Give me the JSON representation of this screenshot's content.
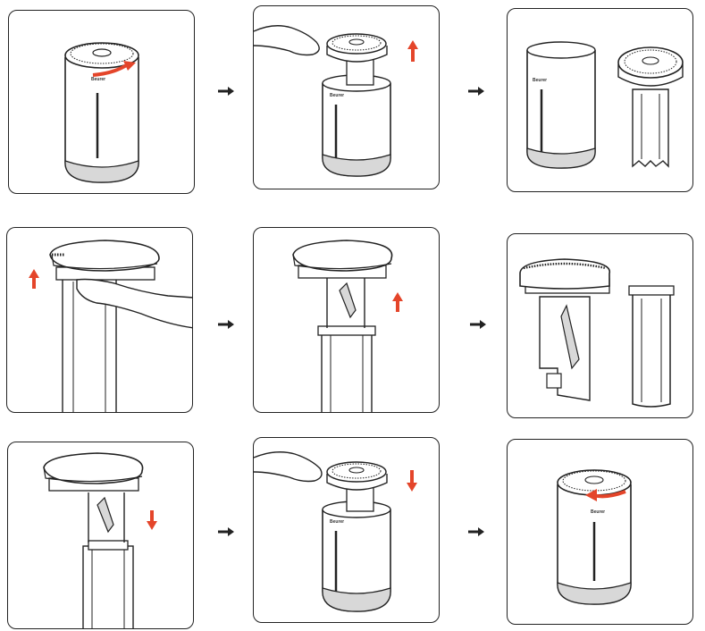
{
  "brand_label": "Beurer",
  "colors": {
    "accent": "#e4452a",
    "stroke": "#222222",
    "shade": "#d8d8d8"
  },
  "steps": [
    {
      "id": 1,
      "action": "rotate-lid-clockwise"
    },
    {
      "id": 2,
      "action": "lift-lid-out"
    },
    {
      "id": 3,
      "action": "separated"
    },
    {
      "id": 4,
      "action": "lift-lid-from-filter"
    },
    {
      "id": 5,
      "action": "pull-filter-up"
    },
    {
      "id": 6,
      "action": "filter-removed"
    },
    {
      "id": 7,
      "action": "insert-filter-down"
    },
    {
      "id": 8,
      "action": "lower-into-housing"
    },
    {
      "id": 9,
      "action": "rotate-lid-counterclockwise"
    }
  ]
}
